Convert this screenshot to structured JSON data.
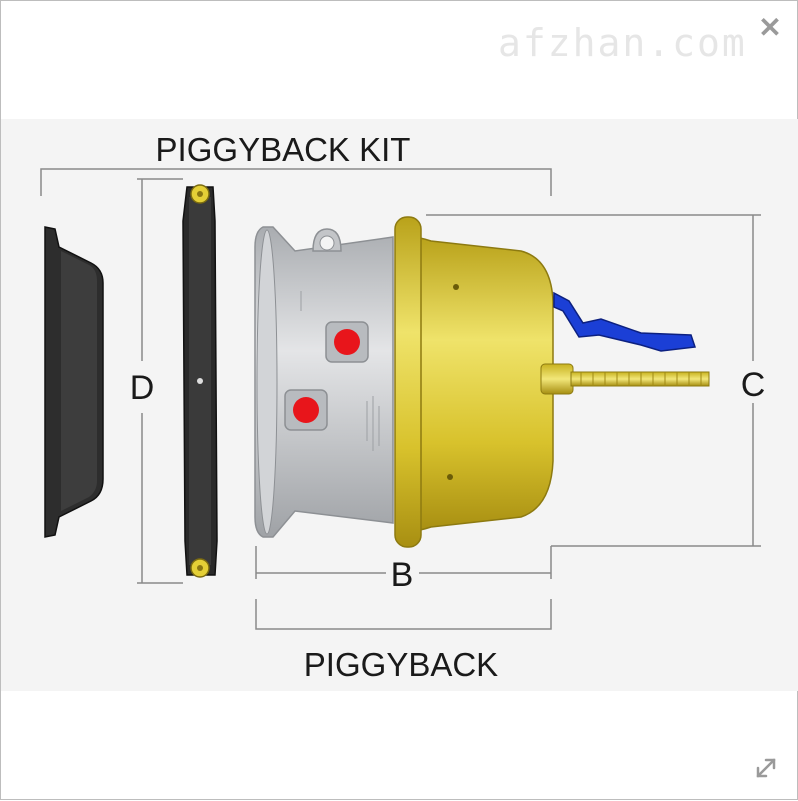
{
  "watermark": "afzhan.com",
  "labels": {
    "kit": "PIGGYBACK KIT",
    "piggyback": "PIGGYBACK",
    "b": "B",
    "c": "C",
    "d": "D"
  },
  "icons": {
    "close": "close-icon",
    "expand": "expand-icon"
  },
  "colors": {
    "brass": "#d9c12a",
    "aluminum": "#c7c9cc",
    "rubber": "#2b2b2b",
    "port": "#e8151b",
    "cable": "#1b3fd6"
  }
}
